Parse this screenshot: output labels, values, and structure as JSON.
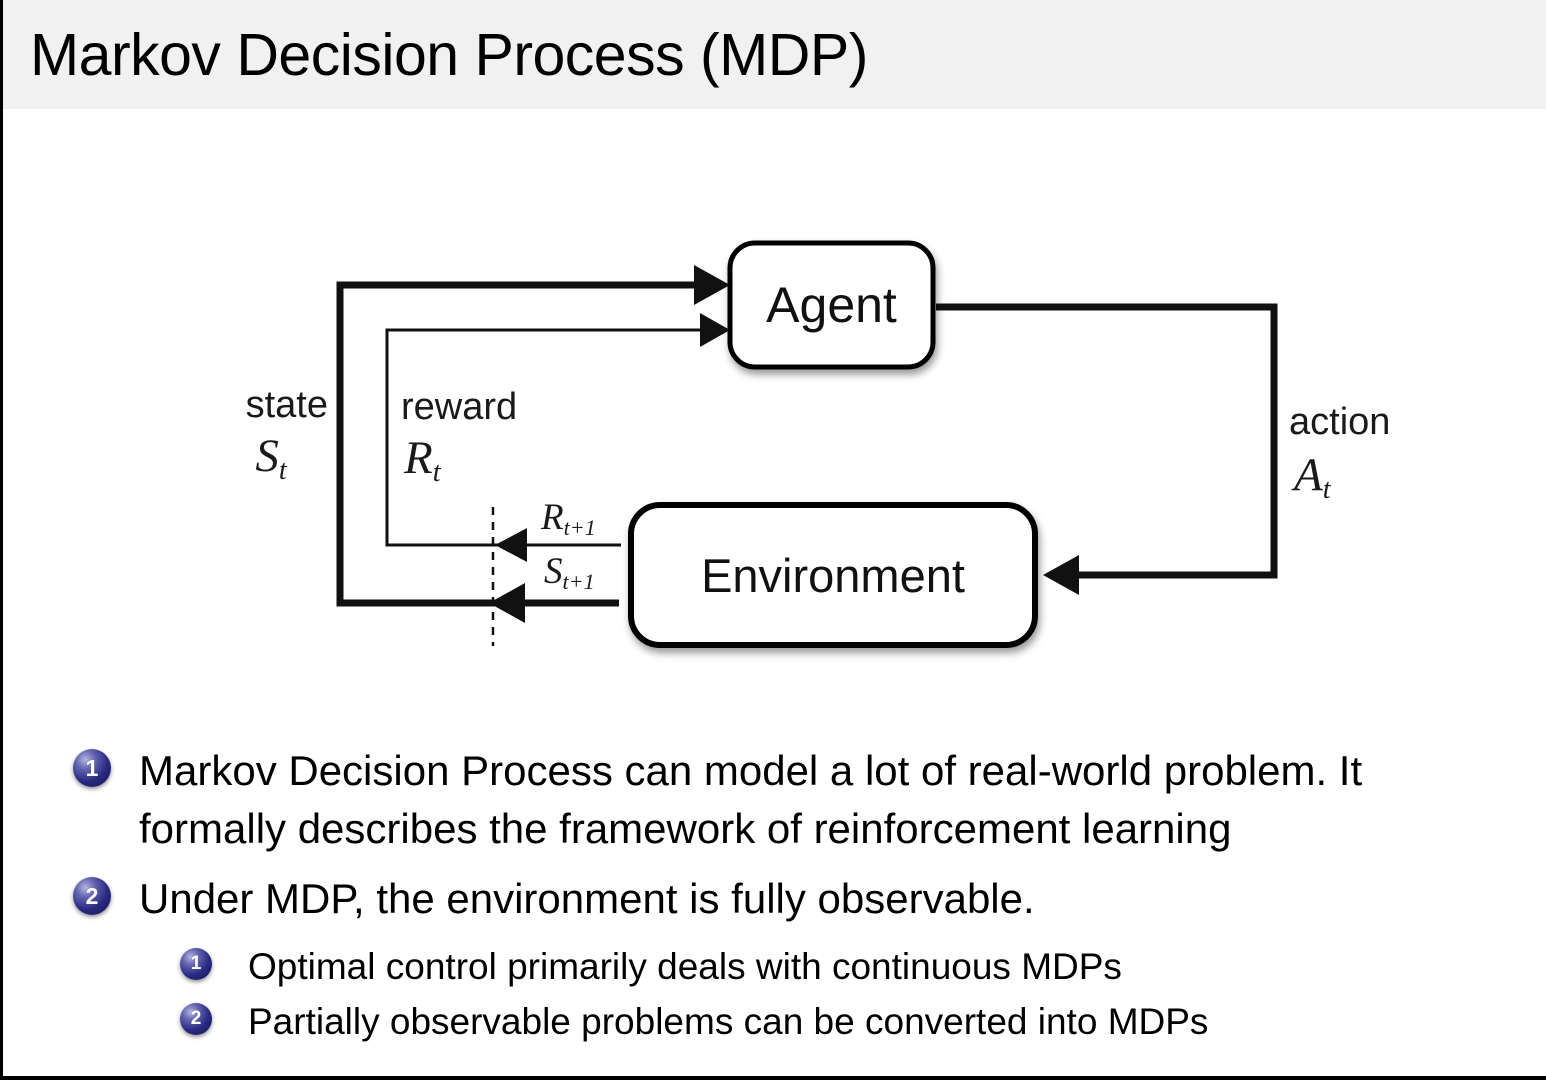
{
  "title": "Markov Decision Process (MDP)",
  "diagram": {
    "agent_label": "Agent",
    "environment_label": "Environment",
    "state_word": "state",
    "state_symbol": "S",
    "state_subscript": "t",
    "reward_word": "reward",
    "reward_symbol": "R",
    "reward_subscript": "t",
    "action_word": "action",
    "action_symbol": "A",
    "action_subscript": "t",
    "next_reward_symbol": "R",
    "next_reward_subscript": "t+1",
    "next_state_symbol": "S",
    "next_state_subscript": "t+1"
  },
  "bullets": {
    "items": [
      {
        "number": "1",
        "text": "Markov Decision Process can model a lot of real-world problem. It formally describes the framework of reinforcement learning"
      },
      {
        "number": "2",
        "text": "Under MDP, the environment is fully observable.",
        "children": [
          {
            "number": "1",
            "text": "Optimal control primarily deals with continuous MDPs"
          },
          {
            "number": "2",
            "text": "Partially observable problems can be converted into MDPs"
          }
        ]
      }
    ]
  },
  "colors": {
    "header_background": "#f1f1f1",
    "bullet_ball": "#2a2a82",
    "diagram_stroke": "#111111",
    "text": "#000000"
  }
}
